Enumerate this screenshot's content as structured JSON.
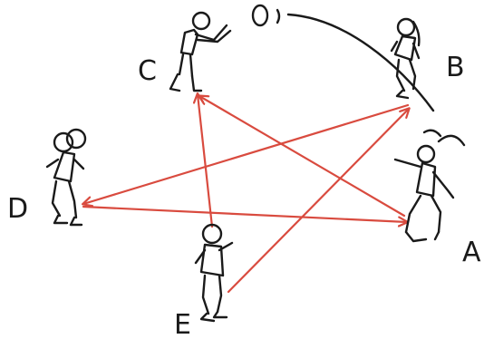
{
  "labels": {
    "a": "A",
    "b": "B",
    "c": "C",
    "d": "D",
    "e": "E"
  },
  "colors": {
    "ink": "#1a1a1a",
    "pass_arrow": "#d94b3f"
  }
}
